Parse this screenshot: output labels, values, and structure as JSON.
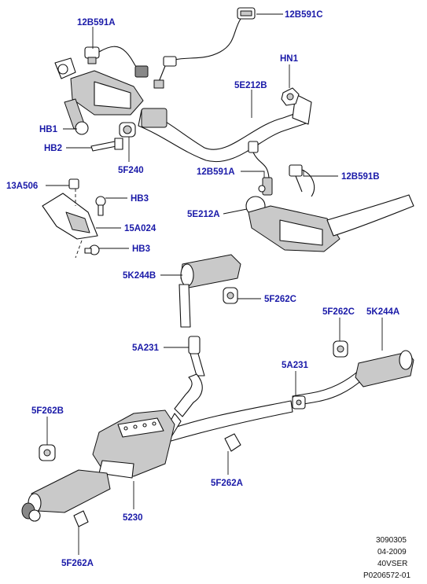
{
  "callouts": {
    "c12b591a_top": "12B591A",
    "c12b591c": "12B591C",
    "chn1": "HN1",
    "c5e212b": "5E212B",
    "chb1": "HB1",
    "chb2": "HB2",
    "c5f240": "5F240",
    "c12b591a_mid": "12B591A",
    "c12b591b": "12B591B",
    "c13a506": "13A506",
    "chb3_a": "HB3",
    "c5e212a": "5E212A",
    "c15a024": "15A024",
    "chb3_b": "HB3",
    "c5k244b": "5K244B",
    "c5f262c_left": "5F262C",
    "c5f262c_right": "5F262C",
    "c5k244a": "5K244A",
    "c5a231_left": "5A231",
    "c5a231_right": "5A231",
    "c5f262b": "5F262B",
    "c5f262a_mid": "5F262A",
    "c5230": "5230",
    "c5f262a_bottom": "5F262A"
  },
  "footer": {
    "code": "3090305",
    "date": "04-2009",
    "model": "40VSER",
    "ref": "P0206572-01"
  },
  "colors": {
    "callout_text": "#1a1aa8",
    "line_art": "#111111",
    "shading": "#c9c9c9"
  }
}
